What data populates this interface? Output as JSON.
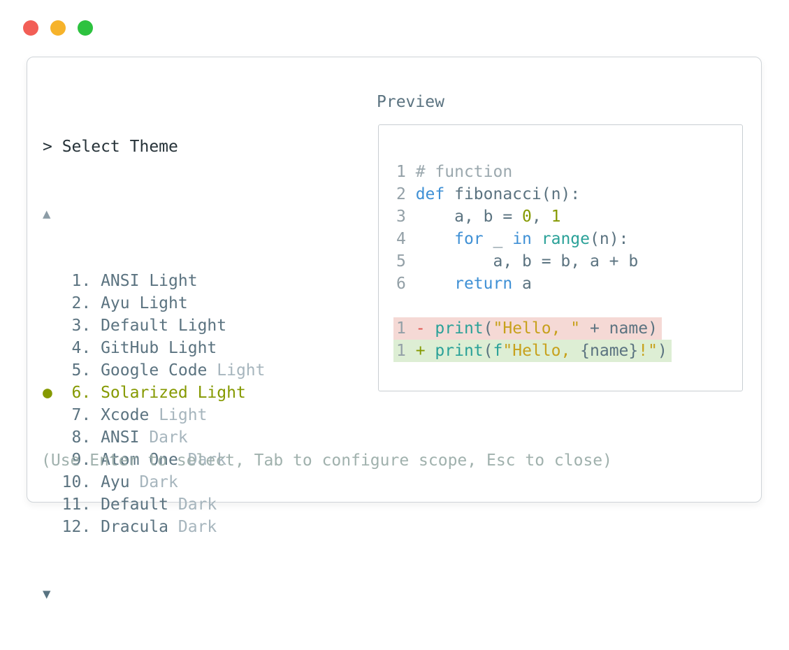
{
  "window": {
    "controls": [
      {
        "name": "close",
        "color": "#f25e56"
      },
      {
        "name": "minimize",
        "color": "#f6b32b"
      },
      {
        "name": "zoom",
        "color": "#2dc23f"
      }
    ]
  },
  "theme_picker": {
    "prompt": "> Select Theme",
    "scroll_up_icon": "▲",
    "scroll_down_icon": "▼",
    "selected_marker": "●",
    "selected_color": "#859900",
    "items": [
      {
        "number": "1",
        "name": "ANSI",
        "variant": "Light",
        "variant_muted": false,
        "selected": false
      },
      {
        "number": "2",
        "name": "Ayu",
        "variant": "Light",
        "variant_muted": false,
        "selected": false
      },
      {
        "number": "3",
        "name": "Default",
        "variant": "Light",
        "variant_muted": false,
        "selected": false
      },
      {
        "number": "4",
        "name": "GitHub",
        "variant": "Light",
        "variant_muted": false,
        "selected": false
      },
      {
        "number": "5",
        "name": "Google Code",
        "variant": "Light",
        "variant_muted": true,
        "selected": false
      },
      {
        "number": "6",
        "name": "Solarized",
        "variant": "Light",
        "variant_muted": false,
        "selected": true
      },
      {
        "number": "7",
        "name": "Xcode",
        "variant": "Light",
        "variant_muted": true,
        "selected": false
      },
      {
        "number": "8",
        "name": "ANSI",
        "variant": "Dark",
        "variant_muted": true,
        "selected": false
      },
      {
        "number": "9",
        "name": "Atom One",
        "variant": "Dark",
        "variant_muted": true,
        "selected": false
      },
      {
        "number": "10",
        "name": "Ayu",
        "variant": "Dark",
        "variant_muted": true,
        "selected": false
      },
      {
        "number": "11",
        "name": "Default",
        "variant": "Dark",
        "variant_muted": true,
        "selected": false
      },
      {
        "number": "12",
        "name": "Dracula",
        "variant": "Dark",
        "variant_muted": true,
        "selected": false
      }
    ],
    "hint": "(Use Enter to select, Tab to configure scope, Esc to close)"
  },
  "preview": {
    "label": "Preview",
    "code_lines": [
      {
        "num": "1",
        "tokens": [
          [
            "cmt",
            "# function"
          ]
        ]
      },
      {
        "num": "2",
        "tokens": [
          [
            "kw",
            "def"
          ],
          [
            "txt",
            " fibonacci(n):"
          ]
        ]
      },
      {
        "num": "3",
        "tokens": [
          [
            "txt",
            "    a, b = "
          ],
          [
            "olv",
            "0"
          ],
          [
            "txt",
            ", "
          ],
          [
            "olv",
            "1"
          ]
        ]
      },
      {
        "num": "4",
        "tokens": [
          [
            "txt",
            "    "
          ],
          [
            "kw",
            "for"
          ],
          [
            "txt",
            " _ "
          ],
          [
            "kw",
            "in"
          ],
          [
            "txt",
            " "
          ],
          [
            "cyn",
            "range"
          ],
          [
            "txt",
            "(n):"
          ]
        ]
      },
      {
        "num": "5",
        "tokens": [
          [
            "txt",
            "        a, b = b, a + b"
          ]
        ]
      },
      {
        "num": "6",
        "tokens": [
          [
            "txt",
            "    "
          ],
          [
            "kw",
            "return"
          ],
          [
            "txt",
            " a"
          ]
        ]
      }
    ],
    "diff_lines": [
      {
        "num": "1",
        "kind": "removed",
        "tokens": [
          [
            "red",
            "- "
          ],
          [
            "cyn",
            "print"
          ],
          [
            "txt",
            "("
          ],
          [
            "str",
            "\"Hello, \""
          ],
          [
            "txt",
            " + name)"
          ]
        ]
      },
      {
        "num": "1",
        "kind": "added",
        "tokens": [
          [
            "olv",
            "+ "
          ],
          [
            "cyn",
            "print"
          ],
          [
            "txt",
            "("
          ],
          [
            "cyn",
            "f"
          ],
          [
            "str",
            "\"Hello, "
          ],
          [
            "txt",
            "{name}"
          ],
          [
            "str",
            "!\""
          ],
          [
            "txt",
            ")"
          ]
        ]
      }
    ]
  },
  "colors": {
    "prompt_text": "#263238",
    "list_text": "#5b7380",
    "muted_text": "#a6b5bd",
    "selected": "#859900",
    "hint_text": "#a0b1ad",
    "keyword": "#3f90d5",
    "function_call": "#2aa198",
    "string": "#c7a11c",
    "comment": "#9ba8ae",
    "removed_sign": "#e0514c",
    "removed_bg": "#f5d9d5",
    "added_bg": "#ddeed4"
  }
}
